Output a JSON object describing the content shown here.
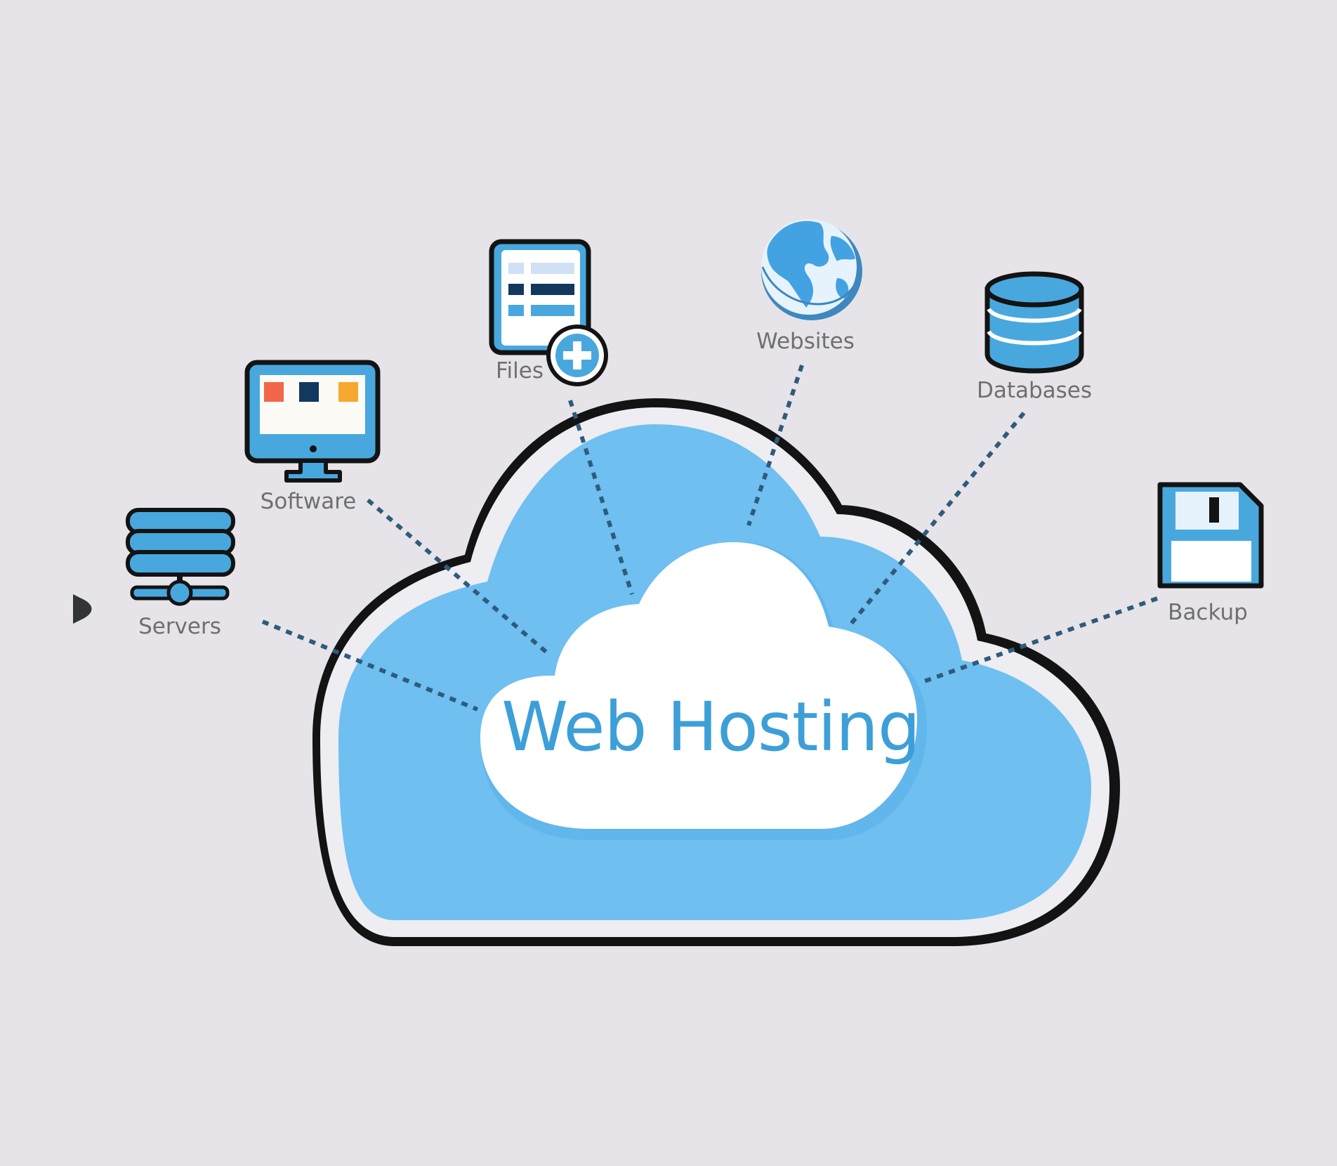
{
  "title": "Web Hosting",
  "nodes": [
    {
      "id": "servers",
      "label": "Servers",
      "icon": "server-stack-icon"
    },
    {
      "id": "software",
      "label": "Software",
      "icon": "monitor-icon"
    },
    {
      "id": "files",
      "label": "Files",
      "icon": "file-add-icon"
    },
    {
      "id": "websites",
      "label": "Websites",
      "icon": "globe-icon"
    },
    {
      "id": "databases",
      "label": "Databases",
      "icon": "database-icon"
    },
    {
      "id": "backup",
      "label": "Backup",
      "icon": "floppy-disk-icon"
    }
  ],
  "colors": {
    "background": "#e6e4e8",
    "cloud_outer": "#6fbff1",
    "cloud_inner": "#ffffff",
    "accent_blue": "#4aa8df",
    "title_text": "#3d9fd8",
    "label_text": "#6f6f73",
    "connector": "#2f5b7c",
    "outline": "#101010"
  }
}
